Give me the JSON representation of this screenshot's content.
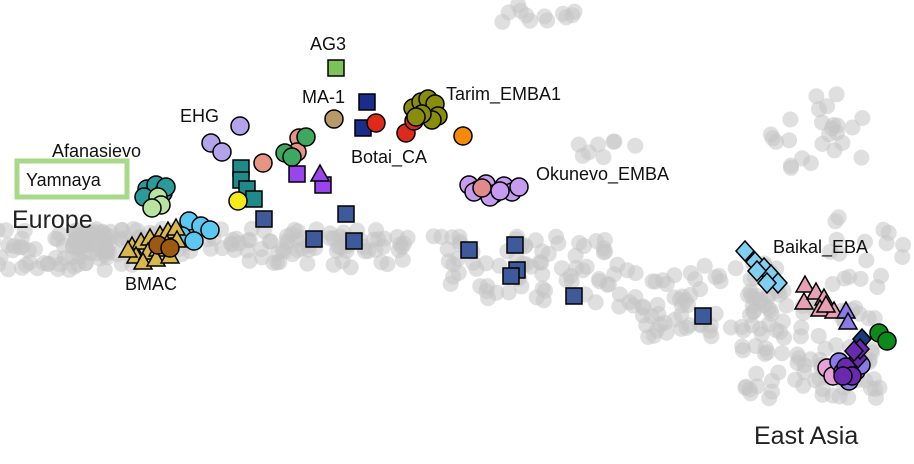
{
  "chart_data": {
    "type": "scatter",
    "title": "",
    "xlabel": "",
    "ylabel": "",
    "grid": false,
    "labels": {
      "ag3": "AG3",
      "ma1": "MA-1",
      "tarim": "Tarim_EMBA1",
      "ehg": "EHG",
      "botai": "Botai_CA",
      "afanasievo": "Afanasievo",
      "yamnaya": "Yamnaya",
      "okunevo": "Okunevo_EMBA",
      "europe": "Europe",
      "baikal": "Baikal_EBA",
      "bmac": "BMAC",
      "east_asia": "East Asia"
    },
    "colors": {
      "background_points": "#c4c4c4",
      "yamnaya_box": "#a8d88a",
      "ag3": "#7cc25a",
      "ma1": "#b89a6a",
      "botai_sq": "#1a2d8a",
      "botai": "#dd2a1a",
      "tarim": "#8a8c0c",
      "tarim_orange": "#f58a0a",
      "ehg": "#b3a3ea",
      "okunevo": "#c69cf0",
      "okunevo_core": "#e08b8b",
      "teal": "#1f8a8a",
      "purple_sq": "#9a44ee",
      "salmon": "#e89484",
      "green": "#3fa860",
      "yellow": "#f5ea1a",
      "blue_sq": "#3f5a9a",
      "afanasievo": "#2a9a9a",
      "light_green": "#b8e4a0",
      "sky": "#5cc8f0",
      "bmac_tri": "#d8b84a",
      "bmac_circle": "#9c5a10",
      "baikal": "#80cef0",
      "pink_tri": "#e8a0b4",
      "east_violet": "#8a7ae8",
      "east_pink": "#e8a0d8",
      "east_purple": "#6a2ab0",
      "east_green": "#0c8a1a",
      "east_navy": "#1a3a7a"
    },
    "series": [
      {
        "marker": "square",
        "color": "ag3",
        "points": [
          [
            336,
            68
          ]
        ]
      },
      {
        "marker": "circle",
        "color": "ma1",
        "points": [
          [
            334,
            119
          ]
        ]
      },
      {
        "marker": "square",
        "color": "botai_sq",
        "points": [
          [
            367,
            102
          ],
          [
            363,
            128
          ]
        ]
      },
      {
        "marker": "circle",
        "color": "botai",
        "points": [
          [
            376,
            123
          ],
          [
            406,
            133
          ],
          [
            414,
            121
          ]
        ]
      },
      {
        "marker": "circle",
        "color": "tarim",
        "points": [
          [
            413,
            108
          ],
          [
            421,
            102
          ],
          [
            428,
            99
          ],
          [
            435,
            104
          ],
          [
            438,
            116
          ],
          [
            432,
            120
          ],
          [
            422,
            114
          ],
          [
            416,
            117
          ]
        ]
      },
      {
        "marker": "circle",
        "color": "tarim_orange",
        "points": [
          [
            463,
            136
          ]
        ]
      },
      {
        "marker": "circle",
        "color": "ehg",
        "points": [
          [
            240,
            126
          ],
          [
            211,
            143
          ],
          [
            222,
            152
          ]
        ]
      },
      {
        "marker": "circle",
        "color": "okunevo",
        "points": [
          [
            469,
            185
          ],
          [
            478,
            190
          ],
          [
            486,
            184
          ],
          [
            494,
            194
          ],
          [
            504,
            186
          ],
          [
            512,
            192
          ],
          [
            519,
            187
          ],
          [
            474,
            192
          ],
          [
            490,
            197
          ],
          [
            500,
            191
          ]
        ]
      },
      {
        "marker": "circle",
        "color": "okunevo_core",
        "points": [
          [
            482,
            188
          ]
        ]
      },
      {
        "marker": "square",
        "color": "teal",
        "points": [
          [
            241,
            168
          ],
          [
            241,
            180
          ],
          [
            247,
            189
          ],
          [
            254,
            199
          ]
        ]
      },
      {
        "marker": "square",
        "color": "purple_sq",
        "points": [
          [
            297,
            174
          ],
          [
            323,
            185
          ]
        ]
      },
      {
        "marker": "triangle",
        "color": "purple_sq",
        "points": [
          [
            320,
            174
          ]
        ]
      },
      {
        "marker": "circle",
        "color": "salmon",
        "points": [
          [
            299,
            138
          ],
          [
            297,
            152
          ],
          [
            263,
            163
          ]
        ]
      },
      {
        "marker": "circle",
        "color": "green",
        "points": [
          [
            306,
            137
          ],
          [
            285,
            153
          ],
          [
            292,
            157
          ]
        ]
      },
      {
        "marker": "circle",
        "color": "yellow",
        "points": [
          [
            238,
            201
          ]
        ]
      },
      {
        "marker": "square",
        "color": "blue_sq",
        "points": [
          [
            264,
            219
          ],
          [
            346,
            214
          ],
          [
            314,
            239
          ],
          [
            354,
            241
          ],
          [
            469,
            250
          ],
          [
            515,
            245
          ],
          [
            517,
            270
          ],
          [
            511,
            276
          ],
          [
            574,
            296
          ],
          [
            703,
            316
          ]
        ]
      },
      {
        "marker": "circle",
        "color": "afanasievo",
        "points": [
          [
            147,
            189
          ],
          [
            156,
            185
          ],
          [
            163,
            193
          ],
          [
            154,
            202
          ],
          [
            144,
            197
          ],
          [
            166,
            187
          ]
        ]
      },
      {
        "marker": "circle",
        "color": "light_green",
        "points": [
          [
            158,
            197
          ],
          [
            161,
            205
          ],
          [
            152,
            208
          ]
        ]
      },
      {
        "marker": "circle",
        "color": "sky",
        "points": [
          [
            189,
            221
          ],
          [
            201,
            226
          ],
          [
            210,
            230
          ],
          [
            182,
            236
          ],
          [
            194,
            241
          ]
        ]
      },
      {
        "marker": "triangle",
        "color": "bmac_tri",
        "points": [
          [
            132,
            246
          ],
          [
            141,
            242
          ],
          [
            150,
            238
          ],
          [
            160,
            235
          ],
          [
            168,
            231
          ],
          [
            176,
            228
          ],
          [
            136,
            256
          ],
          [
            148,
            252
          ],
          [
            158,
            249
          ],
          [
            167,
            244
          ],
          [
            177,
            240
          ],
          [
            143,
            262
          ],
          [
            156,
            259
          ],
          [
            170,
            256
          ],
          [
            128,
            250
          ]
        ]
      },
      {
        "marker": "circle",
        "color": "bmac_circle",
        "points": [
          [
            158,
            245
          ],
          [
            170,
            248
          ]
        ]
      },
      {
        "marker": "diamond",
        "color": "baikal",
        "points": [
          [
            745,
            251
          ],
          [
            755,
            262
          ],
          [
            764,
            268
          ],
          [
            771,
            275
          ],
          [
            778,
            283
          ],
          [
            767,
            283
          ],
          [
            757,
            271
          ]
        ]
      },
      {
        "marker": "triangle",
        "color": "pink_tri",
        "points": [
          [
            805,
            285
          ],
          [
            804,
            302
          ],
          [
            816,
            292
          ],
          [
            824,
            298
          ],
          [
            820,
            309
          ],
          [
            834,
            311
          ],
          [
            826,
            305
          ]
        ]
      },
      {
        "marker": "triangle",
        "color": "east_violet",
        "points": [
          [
            846,
            311
          ],
          [
            848,
            322
          ]
        ]
      },
      {
        "marker": "circle",
        "color": "east_green",
        "points": [
          [
            879,
            333
          ],
          [
            887,
            341
          ]
        ]
      },
      {
        "marker": "diamond",
        "color": "east_navy",
        "points": [
          [
            862,
            339
          ]
        ]
      },
      {
        "marker": "circle",
        "color": "east_pink",
        "points": [
          [
            827,
            368
          ],
          [
            833,
            376
          ]
        ]
      },
      {
        "marker": "circle",
        "color": "east_violet",
        "points": [
          [
            839,
            362
          ],
          [
            856,
            371
          ],
          [
            849,
            381
          ],
          [
            861,
            365
          ],
          [
            843,
            372
          ]
        ]
      },
      {
        "marker": "circle",
        "color": "east_purple",
        "points": [
          [
            846,
            367
          ],
          [
            852,
            376
          ],
          [
            843,
            376
          ]
        ]
      },
      {
        "marker": "diamond",
        "color": "east_purple",
        "points": [
          [
            858,
            358
          ],
          [
            860,
            349
          ],
          [
            854,
            351
          ]
        ]
      }
    ]
  }
}
